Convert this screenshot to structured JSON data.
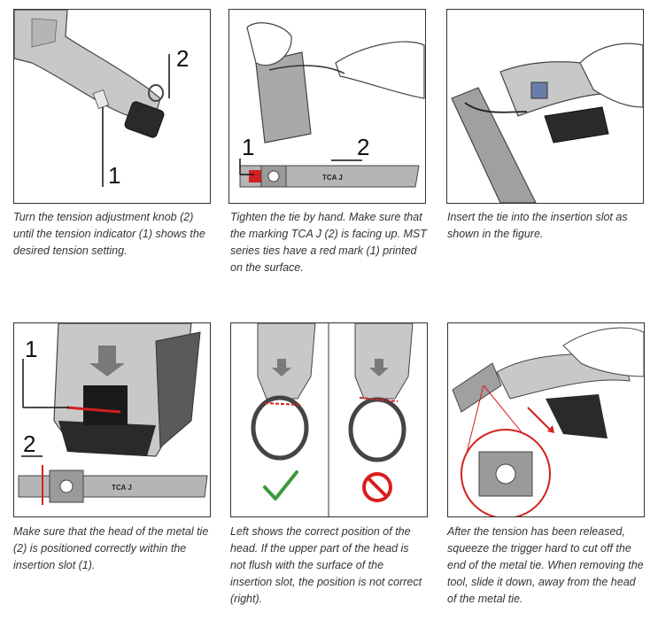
{
  "panels": [
    {
      "callouts": [
        "1",
        "2"
      ],
      "caption": "Turn the tension adjustment knob (2) until the tension indicator (1) shows the desired tension setting."
    },
    {
      "callouts": [
        "1",
        "2"
      ],
      "tie_marking": "TCA J",
      "caption": "Tighten the tie by hand. Make sure that the marking TCA J (2) is facing up. MST series ties have a red mark (1) printed on the surface."
    },
    {
      "caption": "Insert the tie into the insertion slot as shown in the figure."
    },
    {
      "callouts": [
        "1",
        "2"
      ],
      "tie_marking": "TCA J",
      "caption": "Make sure that the head of the metal tie (2) is positioned correctly within the insertion slot (1)."
    },
    {
      "correct_symbol": "check-mark-icon",
      "incorrect_symbol": "prohibited-icon",
      "caption": "Left shows the correct position of the head. If the upper part of the head is not flush with the surface of the insertion slot, the position is not correct (right)."
    },
    {
      "caption": "After the tension has been released, squeeze the trigger hard to cut off the end of the metal tie. When removing the tool, slide it down, away from the head of the metal tie."
    }
  ],
  "colors": {
    "tool_gray": "#c8c8c8",
    "tool_dark": "#2a2a2a",
    "red_mark": "#d42020",
    "correct_green": "#3c9a3c",
    "incorrect_red": "#d81e1e"
  }
}
